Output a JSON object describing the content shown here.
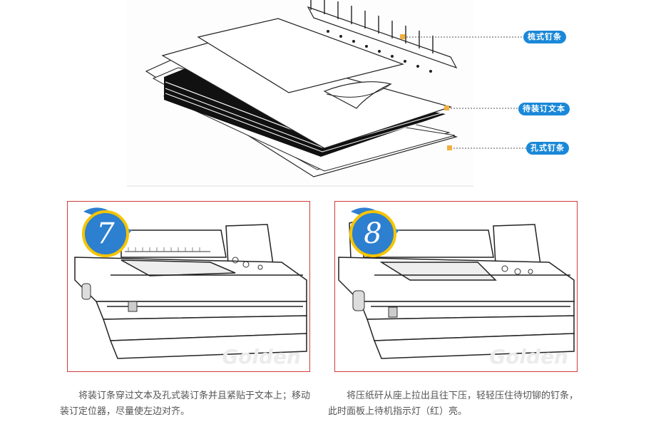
{
  "diagram": {
    "labels": {
      "comb_strip": "梳式钉条",
      "document": "待装订文本",
      "hole_strip": "孔式钉条"
    }
  },
  "steps": [
    {
      "number": "7",
      "watermark": "Golden",
      "caption": "将装订条穿过文本及孔式装订条并且紧贴于文本上；移动装订定位器，尽量使左边对齐。"
    },
    {
      "number": "8",
      "watermark": "Golden",
      "caption": "将压纸矸从座上拉出且往下压，轻轻压住待切铆的钉条，此时面板上待机指示灯（红）亮。"
    }
  ]
}
